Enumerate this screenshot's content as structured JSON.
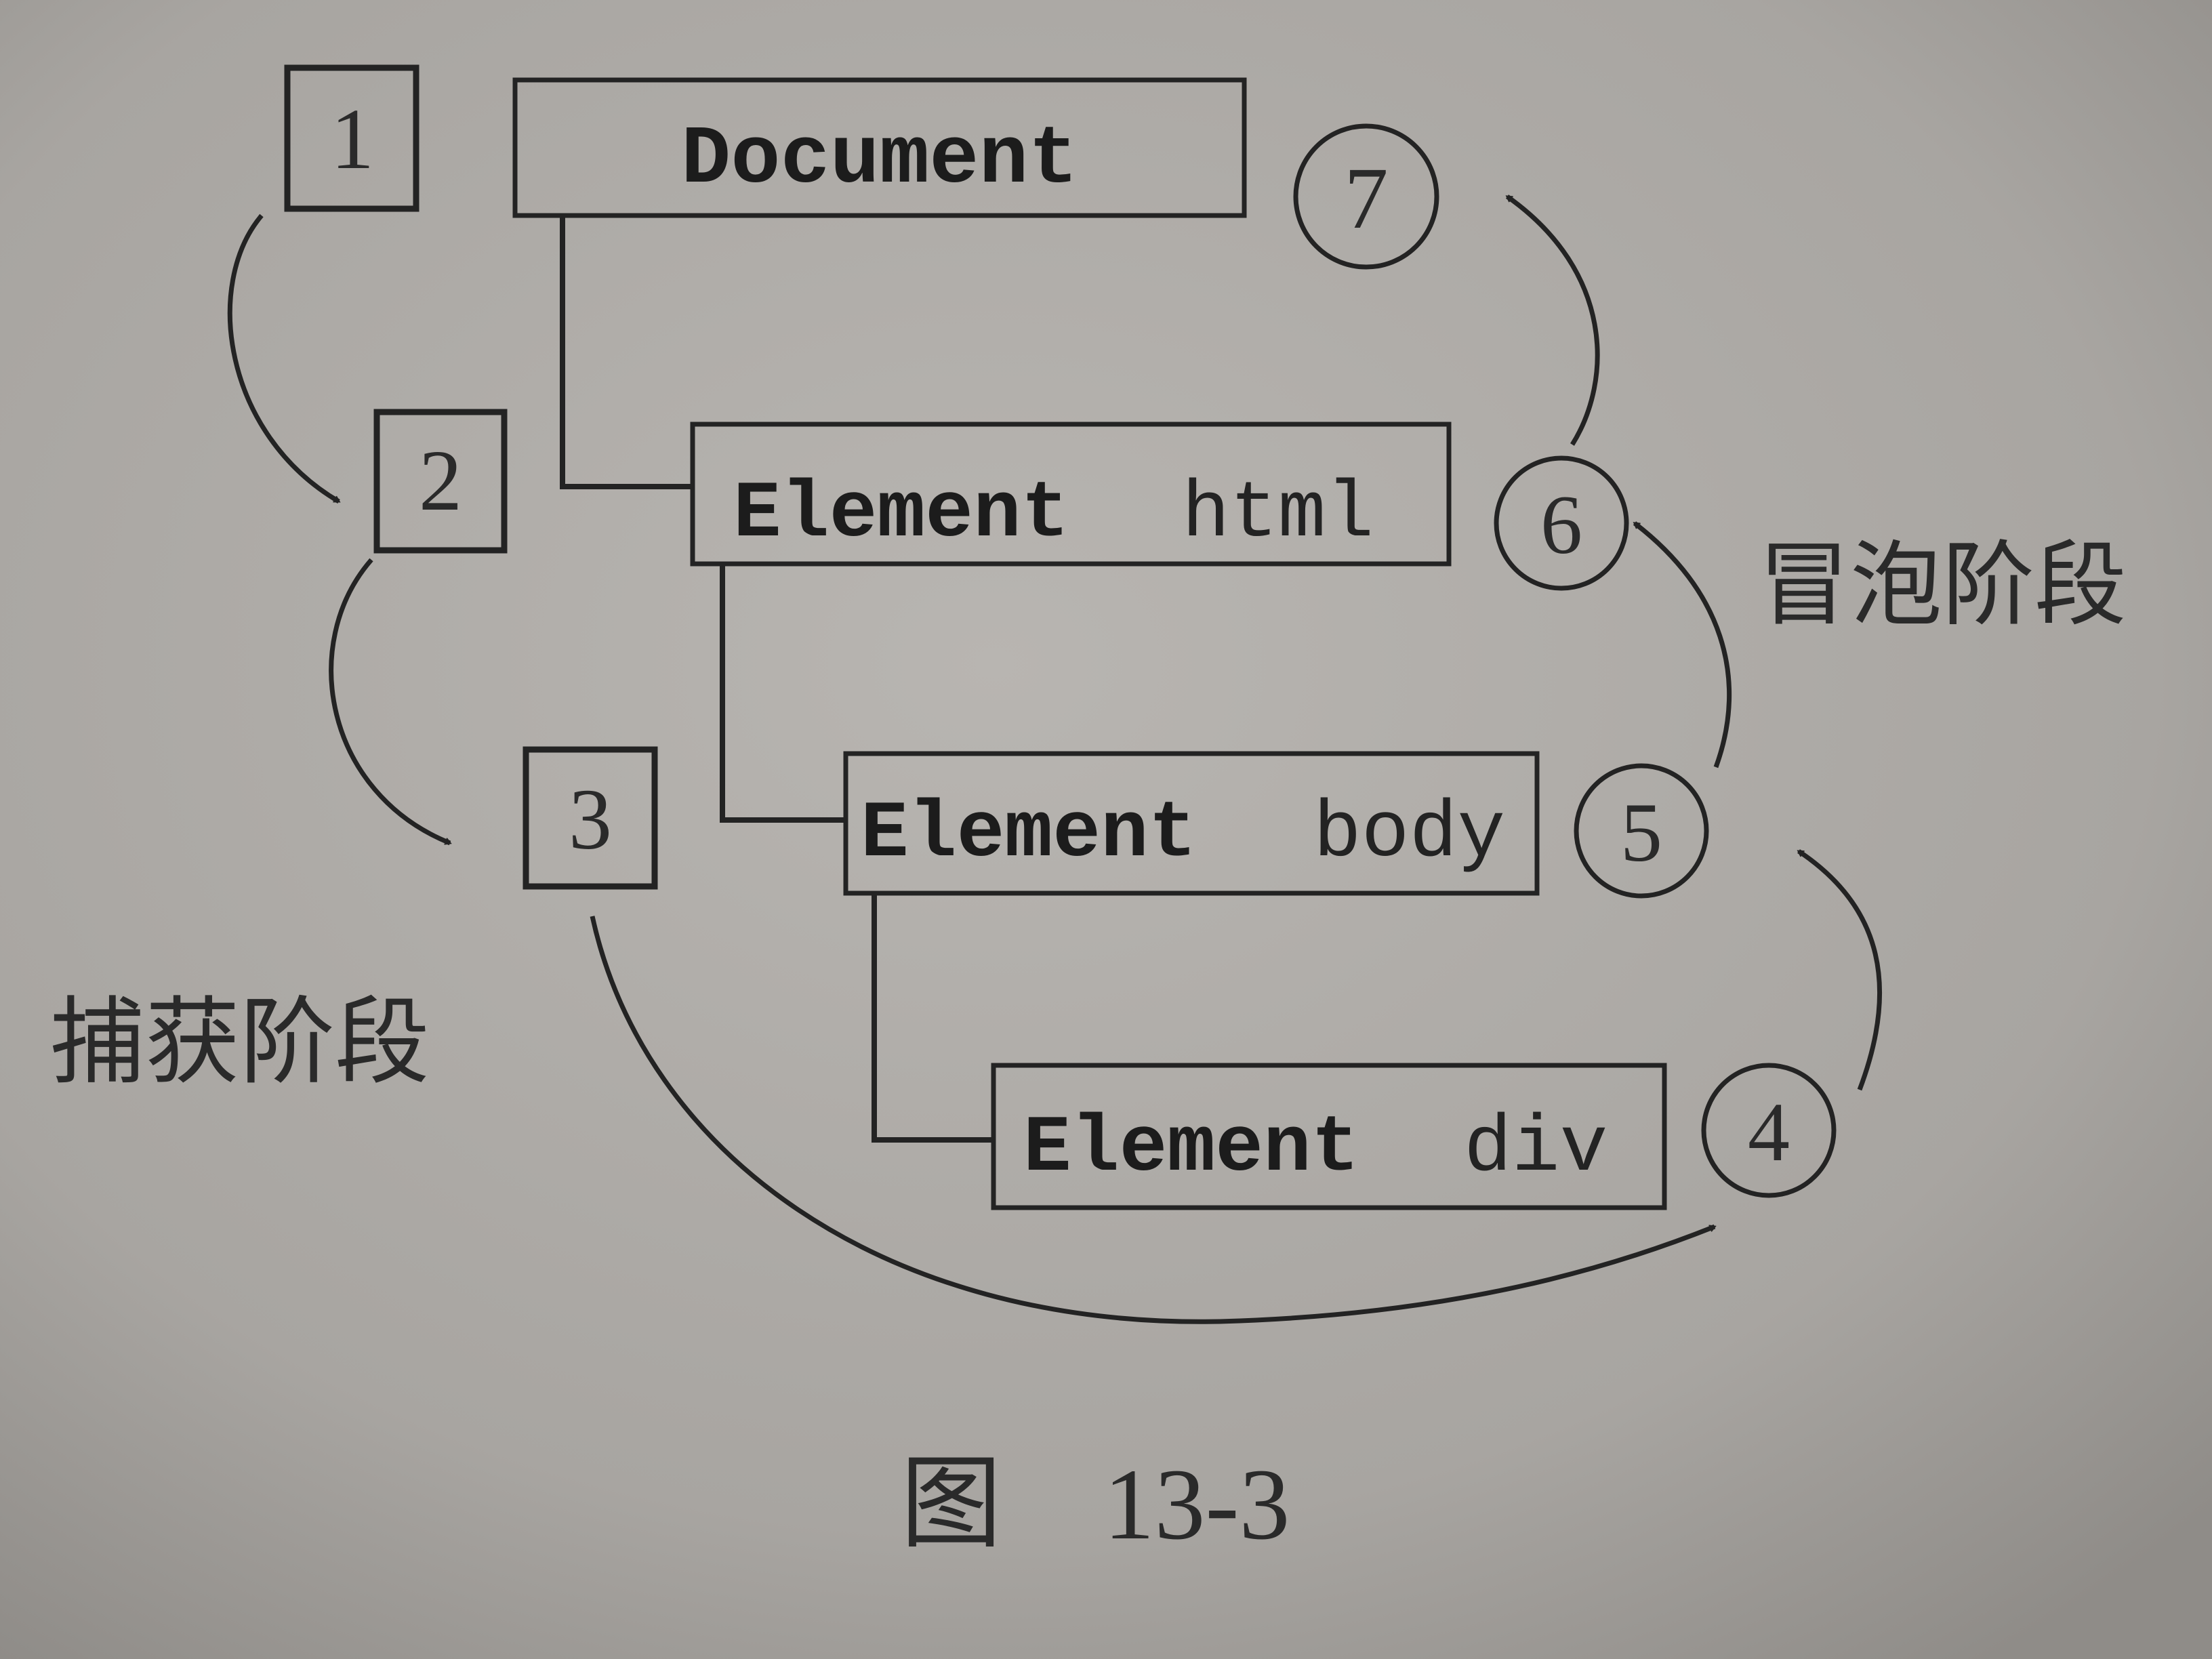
{
  "diagram": {
    "nodes": [
      {
        "id": "document",
        "bold_text": "Document",
        "normal_text": ""
      },
      {
        "id": "html",
        "bold_text": "Element",
        "normal_text": "html"
      },
      {
        "id": "body",
        "bold_text": "Element",
        "normal_text": "body"
      },
      {
        "id": "div",
        "bold_text": "Element",
        "normal_text": "div"
      }
    ],
    "capture_steps": [
      "1",
      "2",
      "3"
    ],
    "bubble_steps": [
      "4",
      "5",
      "6",
      "7"
    ],
    "capture_phase_label": "捕获阶段",
    "bubble_phase_label": "冒泡阶段",
    "caption": "图　13-3"
  },
  "colors": {
    "paper": "#a9a6a2",
    "ink": "#232323"
  },
  "icons": {
    "capture_marker": "square-number",
    "bubble_marker": "circle-number",
    "flow_arrow": "curved-arrow"
  }
}
